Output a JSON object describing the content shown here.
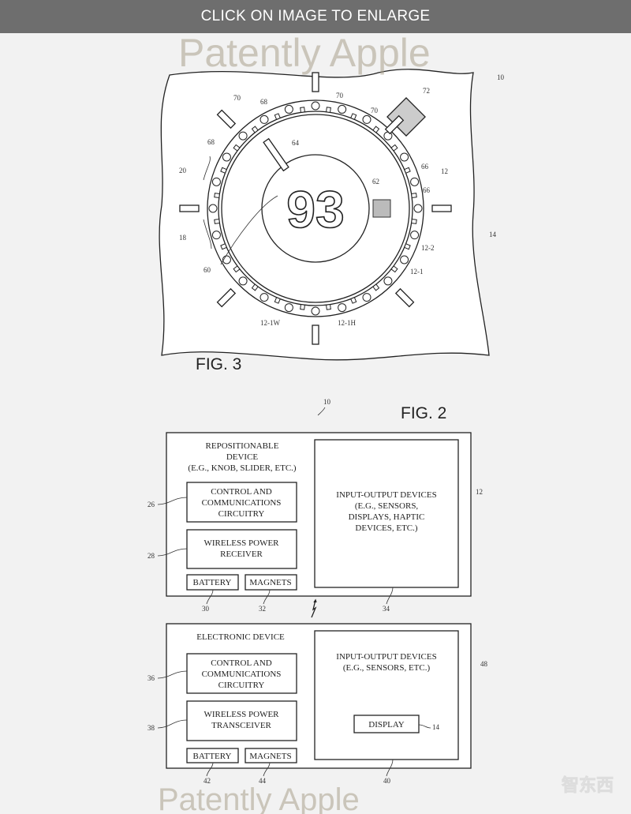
{
  "banner": {
    "text": "CLICK ON IMAGE TO ENLARGE"
  },
  "fig3": {
    "caption": "FIG. 3",
    "display_value": "93",
    "refs": {
      "r10": "10",
      "r70a": "70",
      "r70b": "70",
      "r70c": "70",
      "r72": "72",
      "r68a": "68",
      "r68b": "68",
      "r64": "64",
      "r20": "20",
      "r18": "18",
      "r66a": "66",
      "r66b": "66",
      "r12": "12",
      "r62": "62",
      "r14": "14",
      "r12_2": "12-2",
      "r12_1": "12-1",
      "r12_1w": "12-1W",
      "r12_1h": "12-1H",
      "r60": "60"
    }
  },
  "fig2": {
    "caption": "FIG. 2",
    "ref10": "10",
    "repositionable": {
      "title_lines": [
        "REPOSITIONABLE",
        "DEVICE",
        "(E.G., KNOB, SLIDER, ETC.)"
      ],
      "control_lines": [
        "CONTROL AND",
        "COMMUNICATIONS",
        "CIRCUITRY"
      ],
      "wireless_lines": [
        "WIRELESS POWER",
        "RECEIVER"
      ],
      "battery": "BATTERY",
      "magnets": "MAGNETS",
      "io_lines": [
        "INPUT-OUTPUT DEVICES",
        "(E.G., SENSORS,",
        "DISPLAYS, HAPTIC",
        "DEVICES, ETC.)"
      ],
      "refs": {
        "box": "12",
        "control": "26",
        "wireless": "28",
        "battery": "30",
        "magnets": "32",
        "io": "34"
      }
    },
    "electronic": {
      "title": "ELECTRONIC DEVICE",
      "control_lines": [
        "CONTROL AND",
        "COMMUNICATIONS",
        "CIRCUITRY"
      ],
      "wireless_lines": [
        "WIRELESS POWER",
        "TRANSCEIVER"
      ],
      "battery": "BATTERY",
      "magnets": "MAGNETS",
      "io_lines": [
        "INPUT-OUTPUT DEVICES",
        "(E.G., SENSORS, ETC.)"
      ],
      "display": "DISPLAY",
      "refs": {
        "box": "48",
        "control": "36",
        "wireless": "38",
        "battery": "42",
        "magnets": "44",
        "io": "40",
        "display": "14"
      }
    }
  },
  "watermarks": {
    "patently": "Patently Apple",
    "corner_logo": "智东西"
  }
}
